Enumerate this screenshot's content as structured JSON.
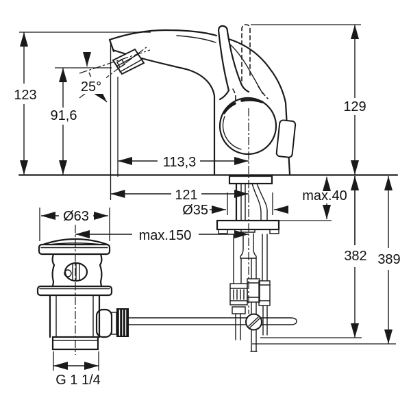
{
  "meta": {
    "background_color": "#ffffff",
    "line_color": "#1a1a1a",
    "drawing_kind": "technical dimension drawing of a single-lever basin mixer with pop-up waste"
  },
  "dims": {
    "overall_height": "123",
    "outlet_height": "91,6",
    "outlet_angle": "25°",
    "spout_reach": "113,3",
    "handle_top_height": "129",
    "tip_to_axis": "121",
    "shank_hole_diameter": "Ø35",
    "max_deck_thickness": "max.40",
    "waste_cap_diameter": "Ø63",
    "waste_offset": "max.150",
    "hose_drop": "382",
    "rod_drop": "389",
    "waste_thread": "G 1 1/4"
  }
}
